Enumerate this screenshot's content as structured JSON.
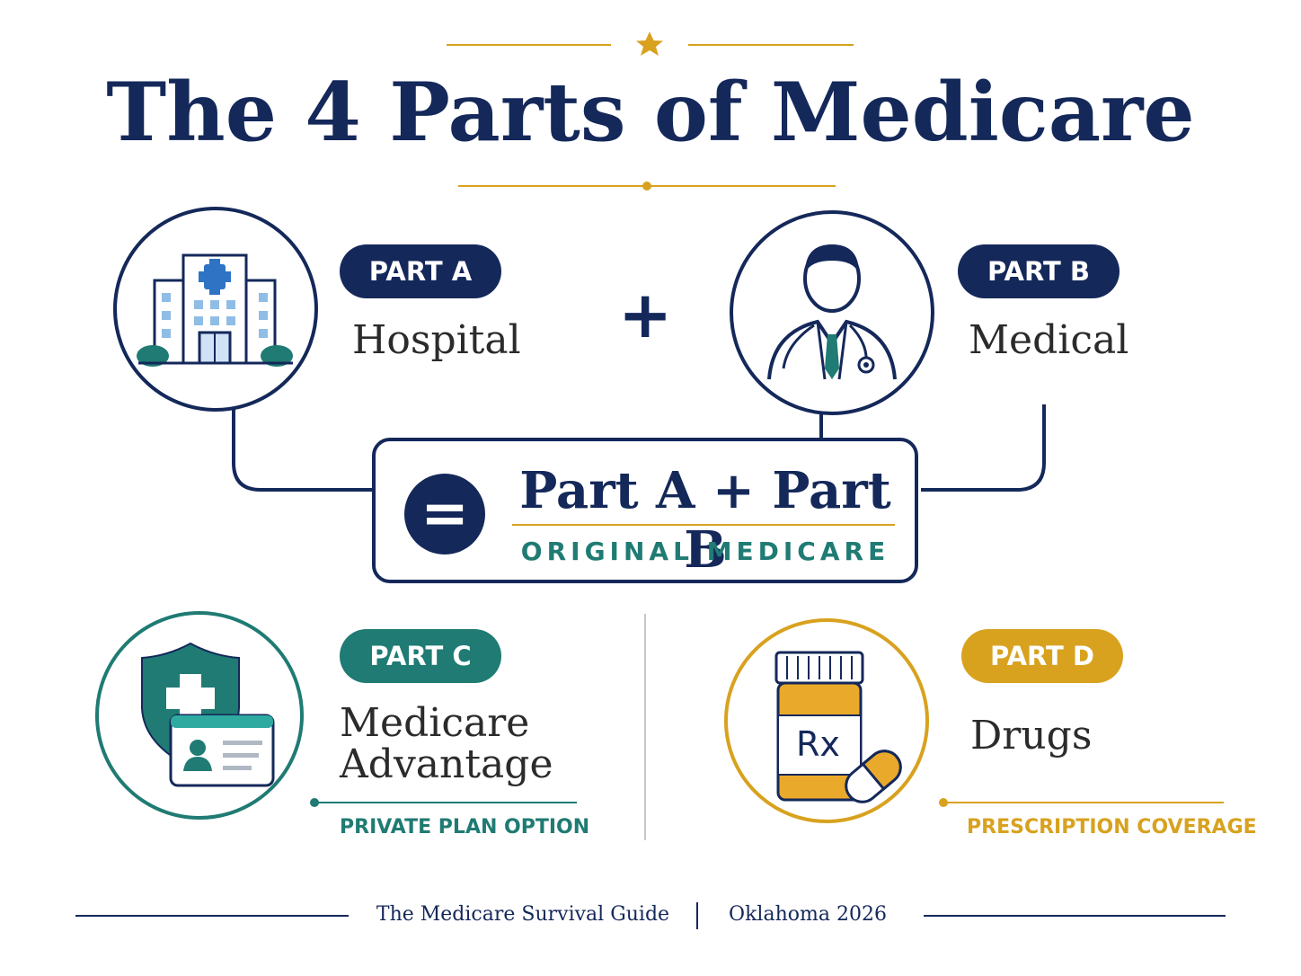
{
  "title": "The 4 Parts of Medicare",
  "colors": {
    "navy": "#14285a",
    "teal": "#1f7b73",
    "gold": "#d8a21f"
  },
  "part_a": {
    "badge": "PART A",
    "label": "Hospital",
    "icon": "hospital-icon"
  },
  "plus_sign": "+",
  "part_b": {
    "badge": "PART B",
    "label": "Medical",
    "icon": "doctor-icon"
  },
  "original": {
    "equals_sign": "=",
    "equation": "Part A + Part B",
    "caption": "ORIGINAL MEDICARE"
  },
  "part_c": {
    "badge": "PART C",
    "label_line1": "Medicare",
    "label_line2": "Advantage",
    "sublabel": "PRIVATE PLAN OPTION",
    "icon": "shield-card-icon"
  },
  "part_d": {
    "badge": "PART D",
    "label": "Drugs",
    "sublabel": "PRESCRIPTION COVERAGE",
    "icon": "pill-bottle-icon",
    "rx": "Rx"
  },
  "footer": {
    "left": "The Medicare Survival Guide",
    "right": "Oklahoma 2026"
  }
}
